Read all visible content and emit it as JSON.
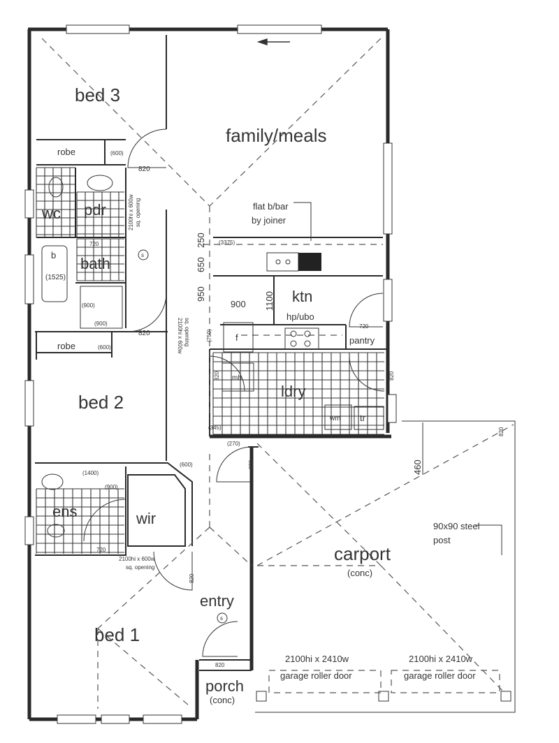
{
  "plan": {
    "rooms": {
      "bed3": "bed 3",
      "family_meals": "family/meals",
      "robe_top": "robe",
      "robe_top_dim": "(600)",
      "wc": "wc",
      "pdr": "pdr",
      "bath": "bath",
      "bath_tub": "b",
      "bath_tub_dim": "(1525)",
      "bath_dim": "720",
      "shower_dim_a": "(900)",
      "shower_dim_b": "(900)",
      "robe_mid": "robe",
      "robe_mid_dim": "(600)",
      "bed2": "bed 2",
      "ens": "ens",
      "ens_dim_a": "(1400)",
      "ens_dim_b": "(900)",
      "ens_door": "720",
      "wir": "wir",
      "wir_dim": "(600)",
      "bed1": "bed 1",
      "entry": "entry",
      "porch": "porch",
      "porch_sub": "(conc)",
      "ktn": "ktn",
      "ktn_sub": "hp/ubo",
      "pantry": "pantry",
      "pantry_door": "720",
      "fridge": "f",
      "ldry": "ldry",
      "mh": "mh",
      "wm": "wm",
      "tr": "tr",
      "carport": "carport",
      "carport_sub": "(conc)"
    },
    "notes": {
      "flat_bbar_1": "flat b/bar",
      "flat_bbar_2": "by joiner",
      "steel_post_1": "90x90 steel",
      "steel_post_2": "post",
      "opening_1a": "2100hi x 600w",
      "opening_1b": "sq. opening",
      "opening_2a": "2100hi x 600w",
      "opening_2b": "sq. opening",
      "opening_3a": "2100hi x 600w",
      "opening_3b": "sq. opening",
      "garage_door_1a": "2100hi x 2410w",
      "garage_door_1b": "garage roller door",
      "garage_door_2a": "2100hi x 2410w",
      "garage_door_2b": "garage roller door",
      "smoke_1": "s",
      "smoke_2": "s"
    },
    "dimensions": {
      "door_bed3": "820",
      "door_bed2": "820",
      "d250": "250",
      "d650": "650",
      "d950": "950",
      "d1100": "1100",
      "d900": "900",
      "d3375": "(3375)",
      "d750": "(750)",
      "ldry_door": "820",
      "ldry_side_door": "820",
      "d345": "(345)",
      "d270": "(270)",
      "hall_door": "820",
      "carport_door": "820",
      "d460": "460",
      "bed1_door": "820",
      "entry_door": "820"
    }
  }
}
